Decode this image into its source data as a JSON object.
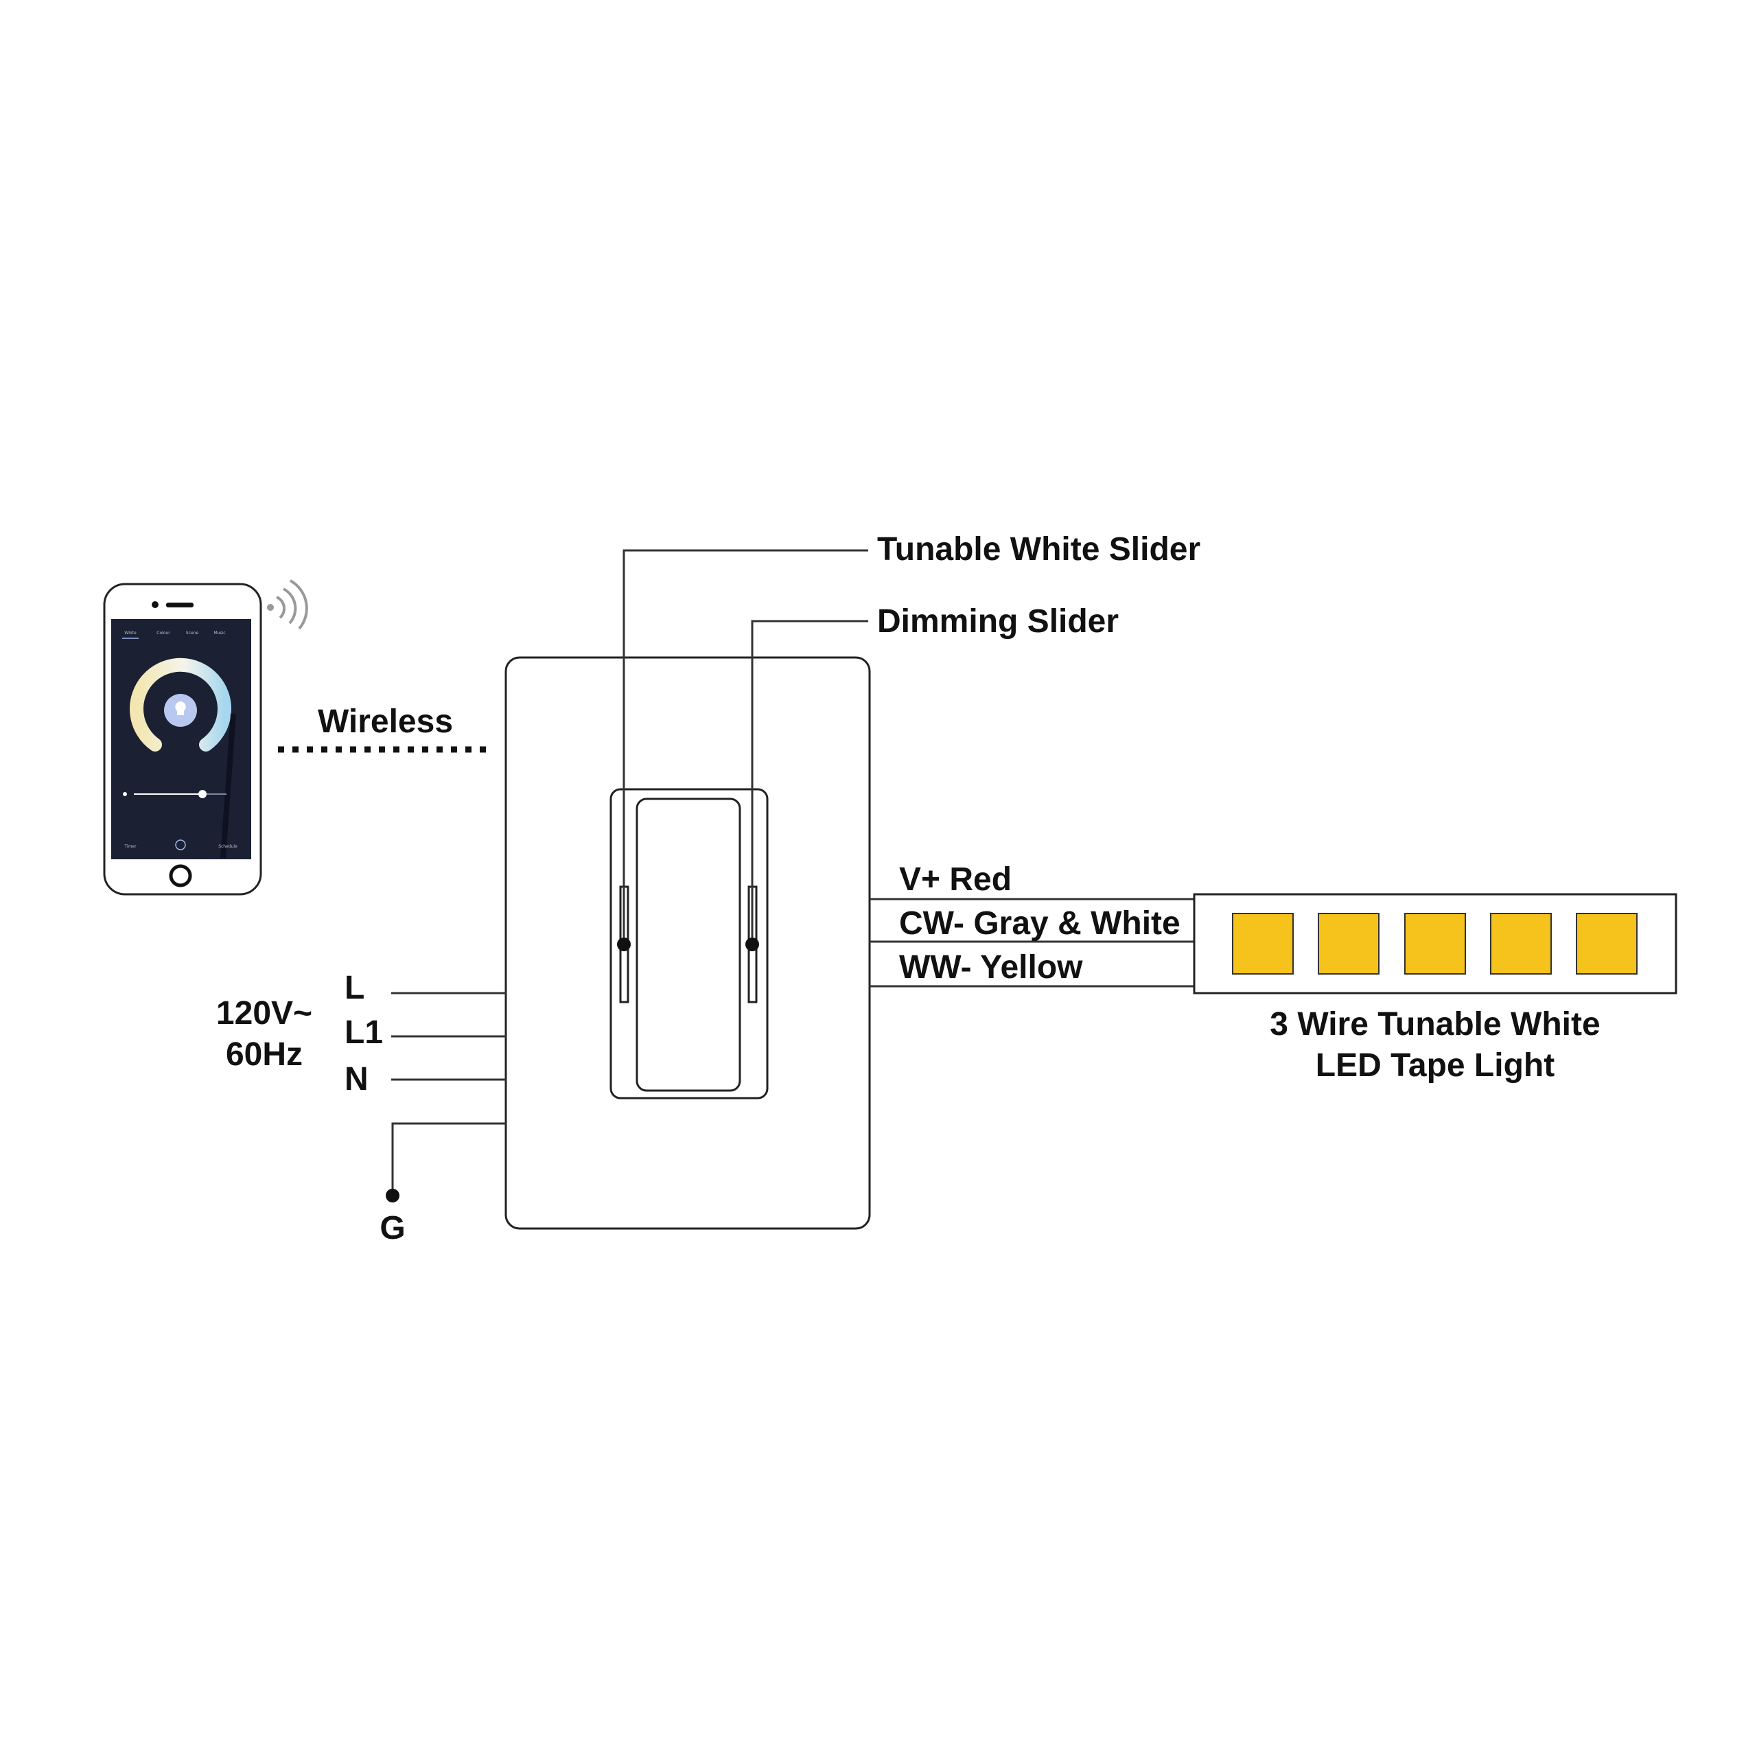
{
  "labels": {
    "tunable_white_slider": "Tunable White Slider",
    "dimming_slider": "Dimming Slider",
    "wireless": "Wireless",
    "voltage": "120V~",
    "frequency": "60Hz",
    "terminal_l": "L",
    "terminal_l1": "L1",
    "terminal_n": "N",
    "terminal_g": "G",
    "wire_v_plus": "V+ Red",
    "wire_cw": "CW- Gray & White",
    "wire_ww": "WW- Yellow",
    "tape_light_line1": "3 Wire Tunable White",
    "tape_light_line2": "LED Tape Light"
  },
  "phone_app": {
    "tabs": [
      "White",
      "Colour",
      "Scene",
      "Music"
    ],
    "footer_left": "Timer",
    "footer_right": "Schedule"
  },
  "colors": {
    "led_fill": "#f6c21c",
    "line": "#333333",
    "text": "#111111",
    "screen_bg": "#1b2033"
  },
  "led_count": 5
}
